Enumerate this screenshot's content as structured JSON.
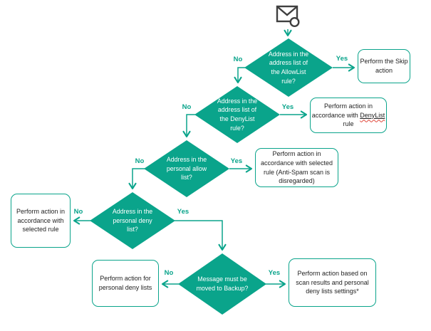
{
  "colors": {
    "accent": "#0aa48b",
    "diamond_fill": "#0aa48b",
    "diamond_text": "#ffffff",
    "box_border": "#0aa48b",
    "box_text": "#1f1f1f",
    "edge_label_text": "#0aa48b",
    "icon_stroke": "#3f3f3f",
    "spellcheck_underline": "#e04538",
    "background": "#ffffff"
  },
  "icon": {
    "name": "incoming-email-icon"
  },
  "diamonds": [
    {
      "id": "allowlist",
      "text": "Address in the\naddress list of\nthe AllowList\nrule?"
    },
    {
      "id": "denylist",
      "text": "Address in the\naddress list of\nthe DenyList\nrule?"
    },
    {
      "id": "personal-allow",
      "text": "Address in the\npersonal allow\nlist?"
    },
    {
      "id": "personal-deny",
      "text": "Address in the\npersonal deny\nlist?"
    },
    {
      "id": "backup",
      "text": "Message must be\nmoved to Backup?"
    }
  ],
  "boxes": [
    {
      "id": "skip",
      "text": "Perform the Skip\naction"
    },
    {
      "id": "denylist-rule",
      "prefix": "Perform action in\naccordance with ",
      "underlined": "DenyList",
      "suffix": "\nrule"
    },
    {
      "id": "selected-rule-disregard",
      "text": "Perform action in\naccordance with selected\nrule (Anti-Spam scan is\ndisregarded)"
    },
    {
      "id": "selected-rule",
      "text": "Perform action in\naccordance with\nselected rule"
    },
    {
      "id": "personal-deny-action",
      "text": "Perform action for\npersonal deny lists"
    },
    {
      "id": "scan-results",
      "text": "Perform action based on\nscan results and personal\ndeny lists settings*"
    }
  ],
  "edges": [
    {
      "from": "incoming-email",
      "to": "allowlist",
      "label": ""
    },
    {
      "from": "allowlist",
      "to": "skip",
      "label": "Yes"
    },
    {
      "from": "allowlist",
      "to": "denylist",
      "label": "No"
    },
    {
      "from": "denylist",
      "to": "denylist-rule",
      "label": "Yes"
    },
    {
      "from": "denylist",
      "to": "personal-allow",
      "label": "No"
    },
    {
      "from": "personal-allow",
      "to": "selected-rule-disregard",
      "label": "Yes"
    },
    {
      "from": "personal-allow",
      "to": "personal-deny",
      "label": "No"
    },
    {
      "from": "personal-deny",
      "to": "selected-rule",
      "label": "No"
    },
    {
      "from": "personal-deny",
      "to": "backup",
      "label": "Yes"
    },
    {
      "from": "backup",
      "to": "personal-deny-action",
      "label": "No"
    },
    {
      "from": "backup",
      "to": "scan-results",
      "label": "Yes"
    }
  ]
}
